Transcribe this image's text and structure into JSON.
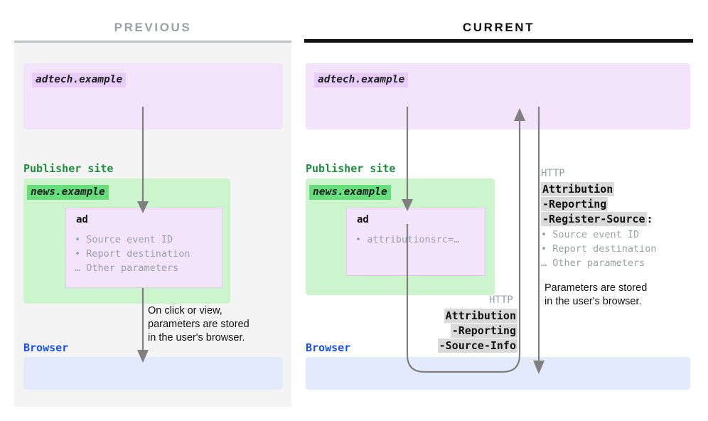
{
  "columns": {
    "previous": {
      "title": "PREVIOUS"
    },
    "current": {
      "title": "CURRENT"
    }
  },
  "colors": {
    "adtech_zone": "#f3e4fb",
    "adtech_tag": "#e8ccf9",
    "publisher_zone": "#ccf4cd",
    "publisher_tag": "#68dd7c",
    "publisher_label": "#1e8e3e",
    "browser_zone": "#e3eafc",
    "browser_label": "#1a4ff5",
    "arrow": "#7f7f7f",
    "panel_previous_bg": "#f4f4f4",
    "panel_current_bg": "#ffffff",
    "header_chip": "#dadada",
    "muted_text": "#9aa0a6"
  },
  "previous": {
    "adtech_domain": "adtech.example",
    "publisher_label": "Publisher site",
    "publisher_domain": "news.example",
    "ad": {
      "title": "ad",
      "lines": "• Source event ID\n• Report destination\n… Other parameters"
    },
    "browser_label": "Browser",
    "note": "On click or view,\nparameters are stored\nin the user's browser."
  },
  "current": {
    "adtech_domain": "adtech.example",
    "publisher_label": "Publisher site",
    "publisher_domain": "news.example",
    "ad": {
      "title": "ad",
      "lines": "• attributionsrc=…"
    },
    "browser_label": "Browser",
    "source_info_request": {
      "http_label": "HTTP",
      "header_lines": [
        "Attribution",
        "-Reporting",
        "-Source-Info"
      ]
    },
    "register_source_response": {
      "http_label": "HTTP",
      "header_lines": [
        "Attribution",
        "-Reporting",
        "-Register-Source"
      ],
      "colon": ":",
      "params": "• Source event ID\n• Report destination\n… Other parameters",
      "note": "Parameters are stored\nin the user's browser."
    }
  }
}
